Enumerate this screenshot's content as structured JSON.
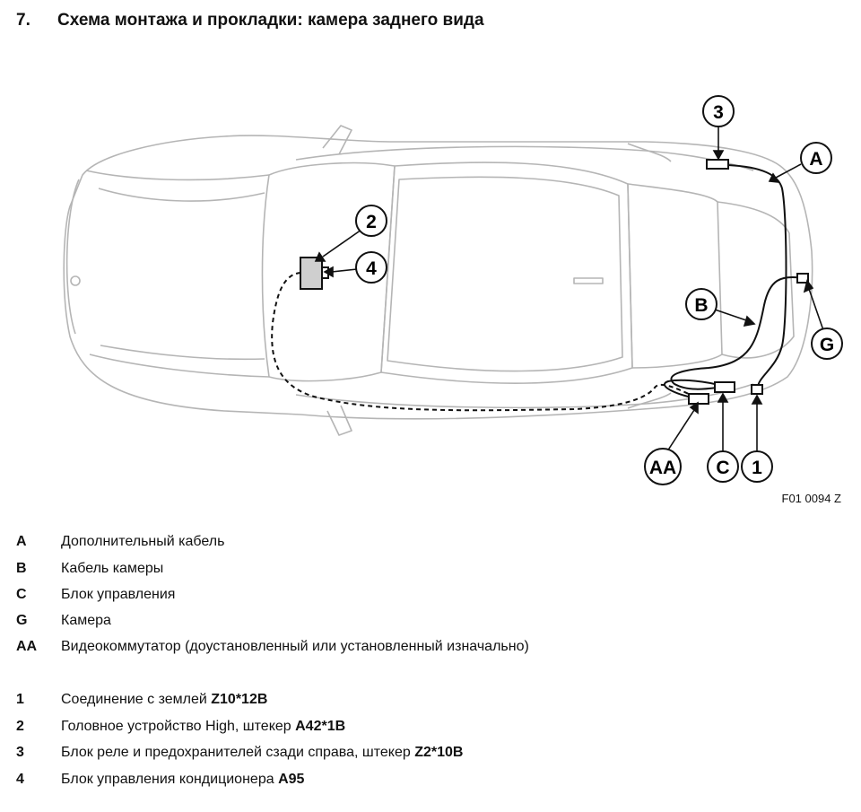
{
  "heading": {
    "number": "7.",
    "title": "Схема монтажа и прокладки: камера заднего вида"
  },
  "figure_id": "F01 0094 Z",
  "callouts": [
    "3",
    "A",
    "2",
    "4",
    "B",
    "G",
    "AA",
    "C",
    "1"
  ],
  "legend_letters": [
    {
      "key": "A",
      "text": "Дополнительный кабель"
    },
    {
      "key": "B",
      "text": "Кабель камеры"
    },
    {
      "key": "C",
      "text": "Блок управления"
    },
    {
      "key": "G",
      "text": "Камера"
    },
    {
      "key": "AA",
      "text": "Видеокоммутатор (доустановленный или установленный изначально)"
    }
  ],
  "legend_numbers": [
    {
      "key": "1",
      "text": "Соединение с землей ",
      "code": "Z10*12B"
    },
    {
      "key": "2",
      "text": "Головное устройство High, штекер ",
      "code": "A42*1B"
    },
    {
      "key": "3",
      "text": "Блок реле и предохранителей сзади справа, штекер ",
      "code": "Z2*10B"
    },
    {
      "key": "4",
      "text": "Блок управления кондиционера ",
      "code": "A95"
    }
  ]
}
